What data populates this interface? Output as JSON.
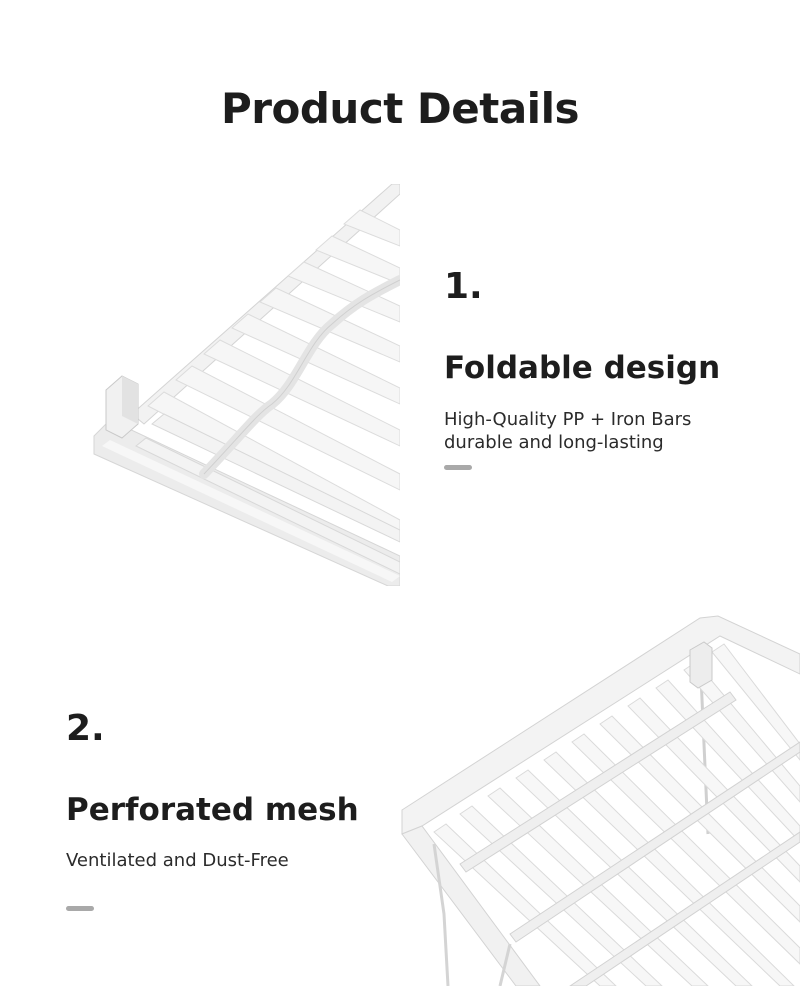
{
  "page": {
    "title": "Product Details"
  },
  "sections": [
    {
      "number": "1.",
      "heading": "Foldable design",
      "description_lines": [
        "High-Quality PP + Iron Bars",
        "durable and long-lasting"
      ]
    },
    {
      "number": "2.",
      "heading": "Perforated mesh",
      "description_lines": [
        "Ventilated and Dust-Free"
      ]
    }
  ],
  "colors": {
    "background": "#ffffff",
    "text": "#1d1d1d",
    "accent_bar": "#a9a9a9",
    "product_white": "#f4f4f4",
    "product_shadow": "#d6d6d6"
  }
}
